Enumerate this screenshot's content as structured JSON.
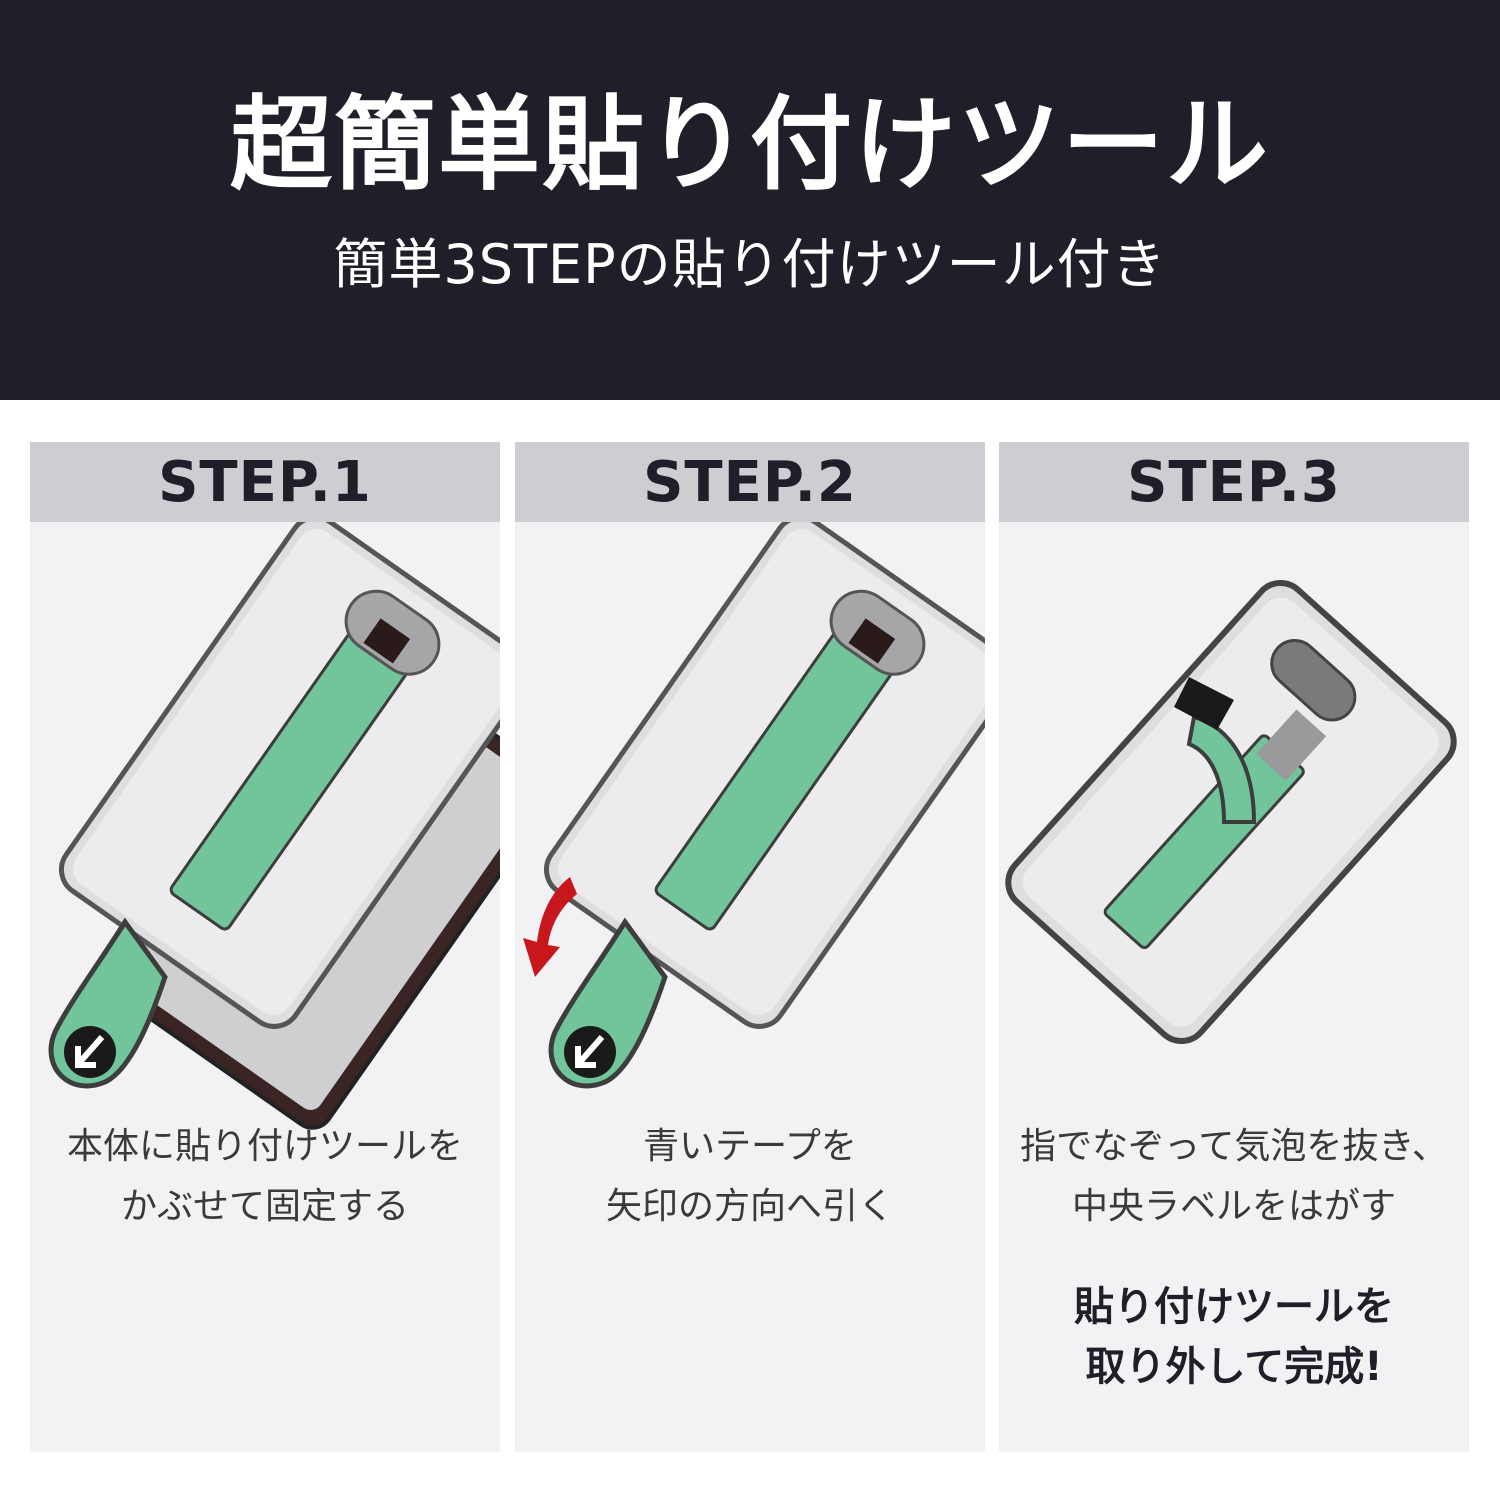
{
  "header": {
    "title": "超簡単貼り付けツール",
    "subtitle": "簡単3STEPの貼り付けツール付き"
  },
  "steps": [
    {
      "label": "STEP.1",
      "desc": [
        "本体に貼り付けツールを",
        "かぶせて固定する"
      ]
    },
    {
      "label": "STEP.2",
      "desc": [
        "青いテープを",
        "矢印の方向へ引く"
      ]
    },
    {
      "label": "STEP.3",
      "desc": [
        "指でなぞって気泡を抜き、",
        "中央ラベルをはがす"
      ],
      "note": [
        "貼り付けツールを",
        "取り外して完成!"
      ]
    }
  ],
  "colors": {
    "header_bg": "#1f1f29",
    "panel_bg": "#f2f2f4",
    "panel_head_bg": "#cdcdd2",
    "tape_green": "#72c49b",
    "arrow_red": "#c8161d",
    "outline": "#3d3d3d"
  }
}
